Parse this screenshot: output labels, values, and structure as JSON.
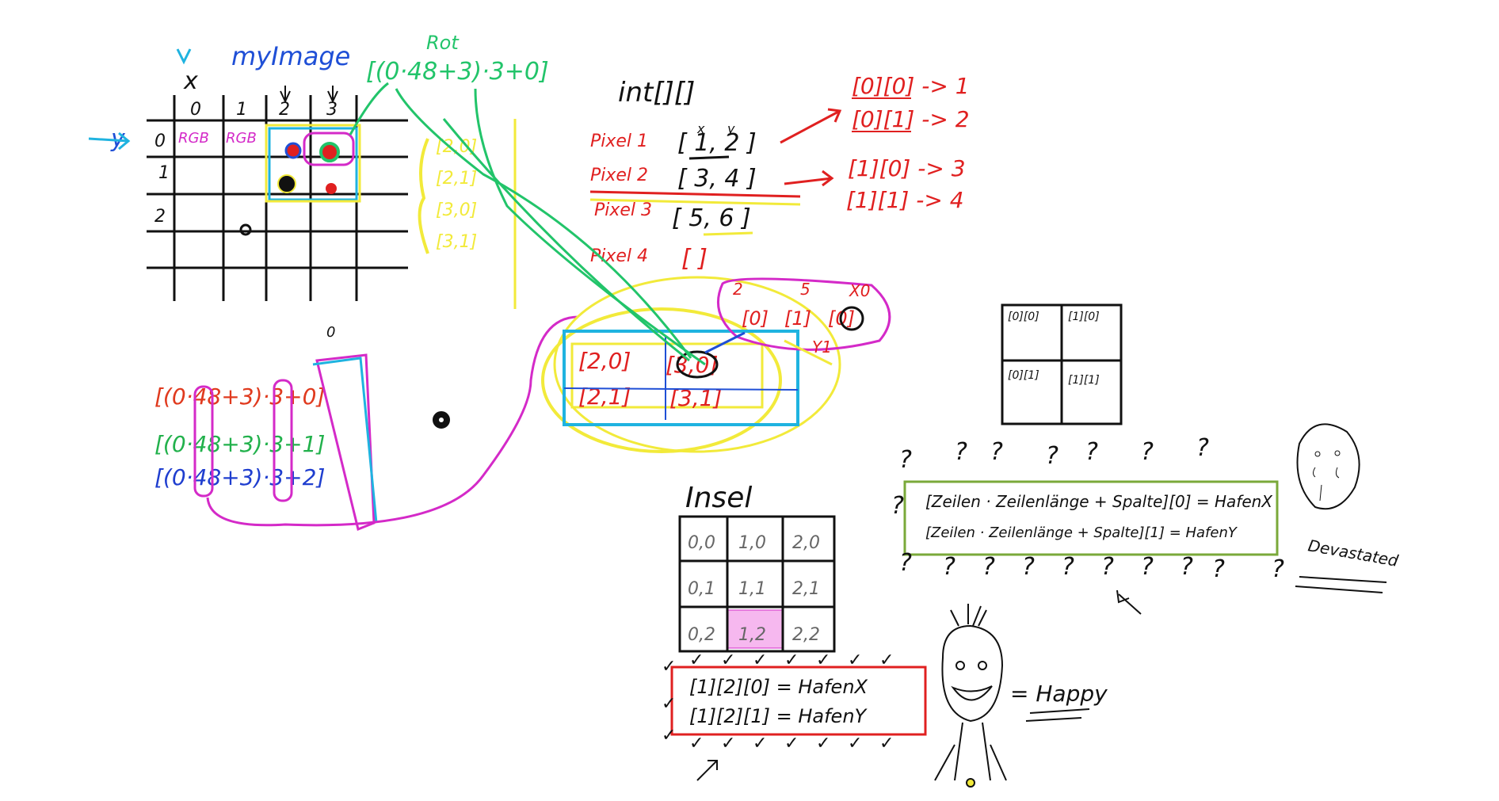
{
  "image_grid": {
    "x_label": "x",
    "y_label": "y",
    "title": "myImage",
    "red_label": "Rot",
    "red_formula": "[(0·48+3)·3+0]",
    "col_headers": [
      "0",
      "1",
      "2",
      "3"
    ],
    "row_headers": [
      "0",
      "1",
      "2"
    ],
    "cell_rgb": [
      "RGB",
      "RGB"
    ],
    "brackets": [
      "[2,0]",
      "[2,1]",
      "[3,0]",
      "[3,1]"
    ]
  },
  "formulas": {
    "rows": [
      {
        "pre": "[(",
        "idx": "0",
        "mid": "·48+",
        "col": "3",
        "post": ")·3+",
        "ch": "0",
        "end": "]",
        "color": "#e03a1e"
      },
      {
        "pre": "[(",
        "idx": "0",
        "mid": "·48+",
        "col": "3",
        "post": ")·3+",
        "ch": "1",
        "end": "]",
        "color": "#22b14c"
      },
      {
        "pre": "[(",
        "idx": "0",
        "mid": "·48+",
        "col": "3",
        "post": ")·3+",
        "ch": "2",
        "end": "]",
        "color": "#1f3ecf"
      }
    ],
    "dot_label": "0"
  },
  "array2d": {
    "type_label": "int[][]",
    "pixels": [
      {
        "label": "Pixel 1",
        "values": "[ 1, 2 ]",
        "xy": [
          "x",
          "y"
        ]
      },
      {
        "label": "Pixel 2",
        "values": "[ 3, 4 ]"
      },
      {
        "label": "Pixel 3",
        "values": "[ 5, 6 ]"
      },
      {
        "label": "Pixel 4",
        "values": "[ ]"
      }
    ],
    "mappings": [
      "[0][0] -> 1",
      "[0][1] -> 2",
      "[1][0] -> 3",
      "[1][1] -> 4"
    ]
  },
  "cluster": {
    "small": [
      "[0]",
      "[1]",
      "[0]"
    ],
    "small_labels": [
      "2",
      "5",
      "X0",
      "Y1"
    ],
    "big": [
      "[2,0]",
      "[3,0]",
      "[2,1]",
      "[3,1]"
    ]
  },
  "grid2x2": {
    "cells": [
      "[0][0]",
      "[1][0]",
      "[0][1]",
      "[1][1]"
    ]
  },
  "devastated": {
    "line1": "[Zeilen · Zeilenlänge + Spalte][0] = HafenX",
    "line2": "[Zeilen · Zeilenlänge + Spalte][1] = HafenY",
    "label": "Devastated",
    "qmark": "?"
  },
  "insel": {
    "title": "Insel",
    "cells": [
      "0,0",
      "1,0",
      "2,0",
      "0,1",
      "1,1",
      "2,1",
      "0,2",
      "1,2",
      "2,2"
    ],
    "line1": "[1][2][0] = HafenX",
    "line2": "[1][2][1] = HafenY",
    "happy": "= Happy",
    "checkmark": "✓"
  },
  "colors": {
    "black": "#111111",
    "red": "#e02020",
    "green": "#22c46a",
    "blue": "#1f4fd6",
    "yellow": "#f2ea3a",
    "magenta": "#d42ac8",
    "cyan": "#1fb3e0",
    "olive": "#7aa93a"
  }
}
